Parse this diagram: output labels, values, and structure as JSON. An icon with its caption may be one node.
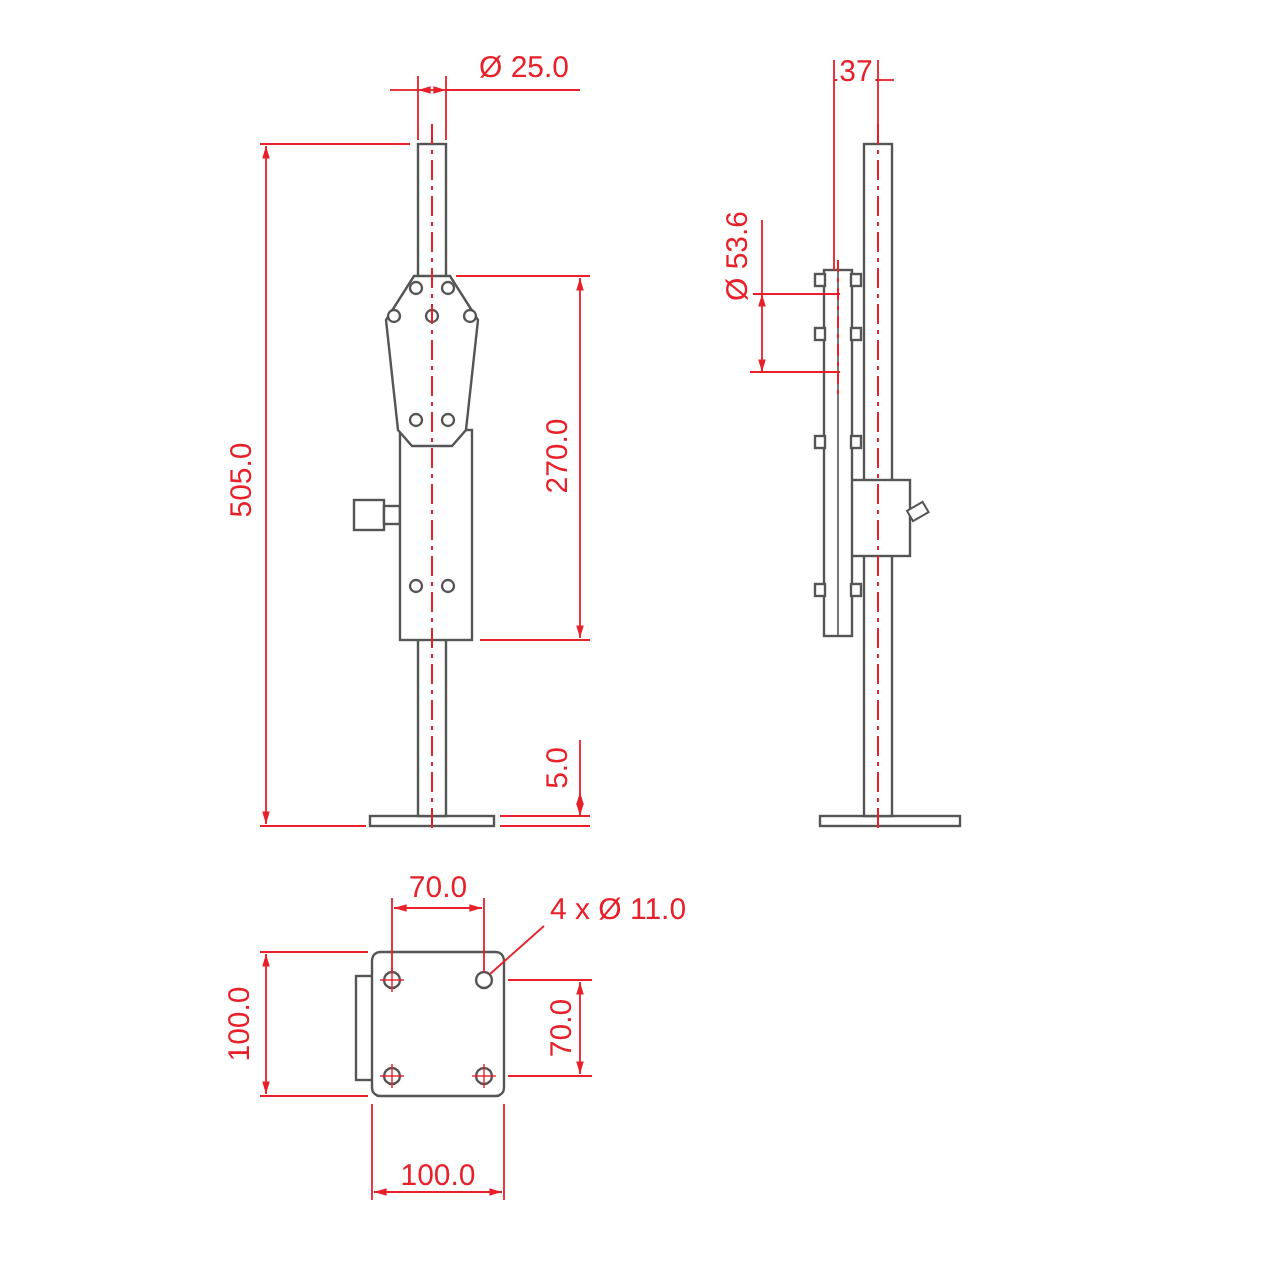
{
  "diagram": {
    "nodes": [
      {
        "text": [
          "4 x Ø 11.0"
        ]
      },
      {
        "text": [],
        "shape": "circle"
      }
    ],
    "edges": [
      {
        "from": 0,
        "to": 1,
        "arrow": "none"
      }
    ],
    "labels": [
      "Ø 25.0",
      "37",
      "Ø 53.6",
      "505.0",
      "270.0",
      "5.0",
      "70.0",
      "100.0",
      "70.0",
      "100.0"
    ]
  }
}
